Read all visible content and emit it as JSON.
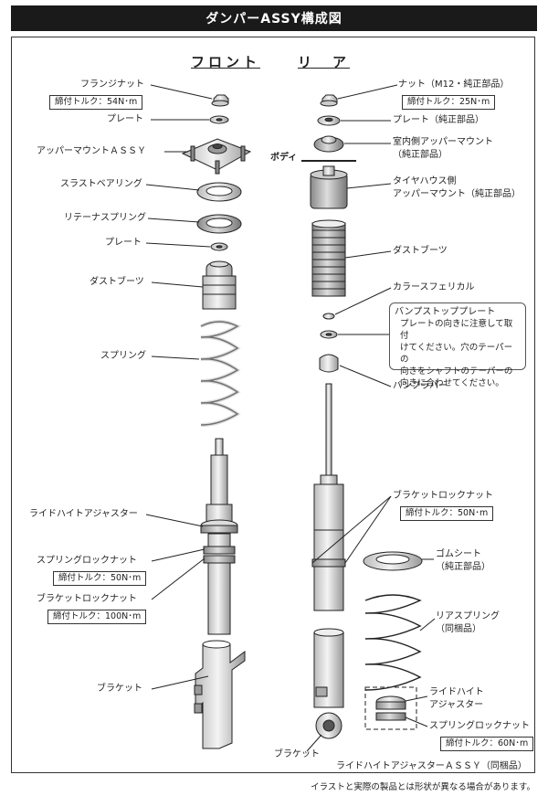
{
  "title": "ダンパーASSY構成図",
  "columns": {
    "front": "フロント",
    "rear": "リ　ア"
  },
  "body_label": "ボディ",
  "front": {
    "flange_nut": "フランジナット",
    "flange_nut_torque": "締付トルク：54N･m",
    "plate1": "プレート",
    "upper_mount": "アッパーマウントＡＳＳＹ",
    "thrust_bearing": "スラストベアリング",
    "retainer_spring": "リテーナスプリング",
    "plate2": "プレート",
    "dust_boot": "ダストブーツ",
    "spring": "スプリング",
    "ride_height_adjuster": "ライドハイトアジャスター",
    "spring_lock_nut": "スプリングロックナット",
    "spring_lock_nut_torque": "締付トルク：50N･m",
    "bracket_lock_nut": "ブラケットロックナット",
    "bracket_lock_nut_torque": "締付トルク：100N･m",
    "bracket": "ブラケット"
  },
  "rear": {
    "nut": "ナット（M12・純正部品）",
    "nut_torque": "締付トルク：25N･m",
    "plate": "プレート（純正部品）",
    "inner_mount_1": "室内側アッパーマウント",
    "inner_mount_2": "（純正部品）",
    "tirehouse_mount_1": "タイヤハウス側",
    "tirehouse_mount_2": "アッパーマウント（純正部品）",
    "dust_boot": "ダストブーツ",
    "collar": "カラースフェリカル",
    "bump_plate_title": "バンプストッププレート",
    "bump_plate_note_1": "プレートの向きに注意して取付",
    "bump_plate_note_2": "けてください。穴のテーパーの",
    "bump_plate_note_3": "向きをシャフトのテーパーの",
    "bump_plate_note_4": "向きに合わせてください。",
    "bump_rubber": "バンプラバー",
    "bracket_lock_nut": "ブラケットロックナット",
    "bracket_lock_nut_torque": "締付トルク：50N･m",
    "rubber_seat_1": "ゴムシート",
    "rubber_seat_2": "（純正部品）",
    "rear_spring_1": "リアスプリング",
    "rear_spring_2": "（同梱品）",
    "ride_height_adjuster_1": "ライドハイト",
    "ride_height_adjuster_2": "アジャスター",
    "spring_lock_nut": "スプリングロックナット",
    "spring_lock_nut_torque": "締付トルク：60N･m",
    "bracket": "ブラケット",
    "adjuster_assy": "ライドハイトアジャスターＡＳＳＹ（同梱品）"
  },
  "footnote": "イラストと実際の製品とは形状が異なる場合があります。"
}
